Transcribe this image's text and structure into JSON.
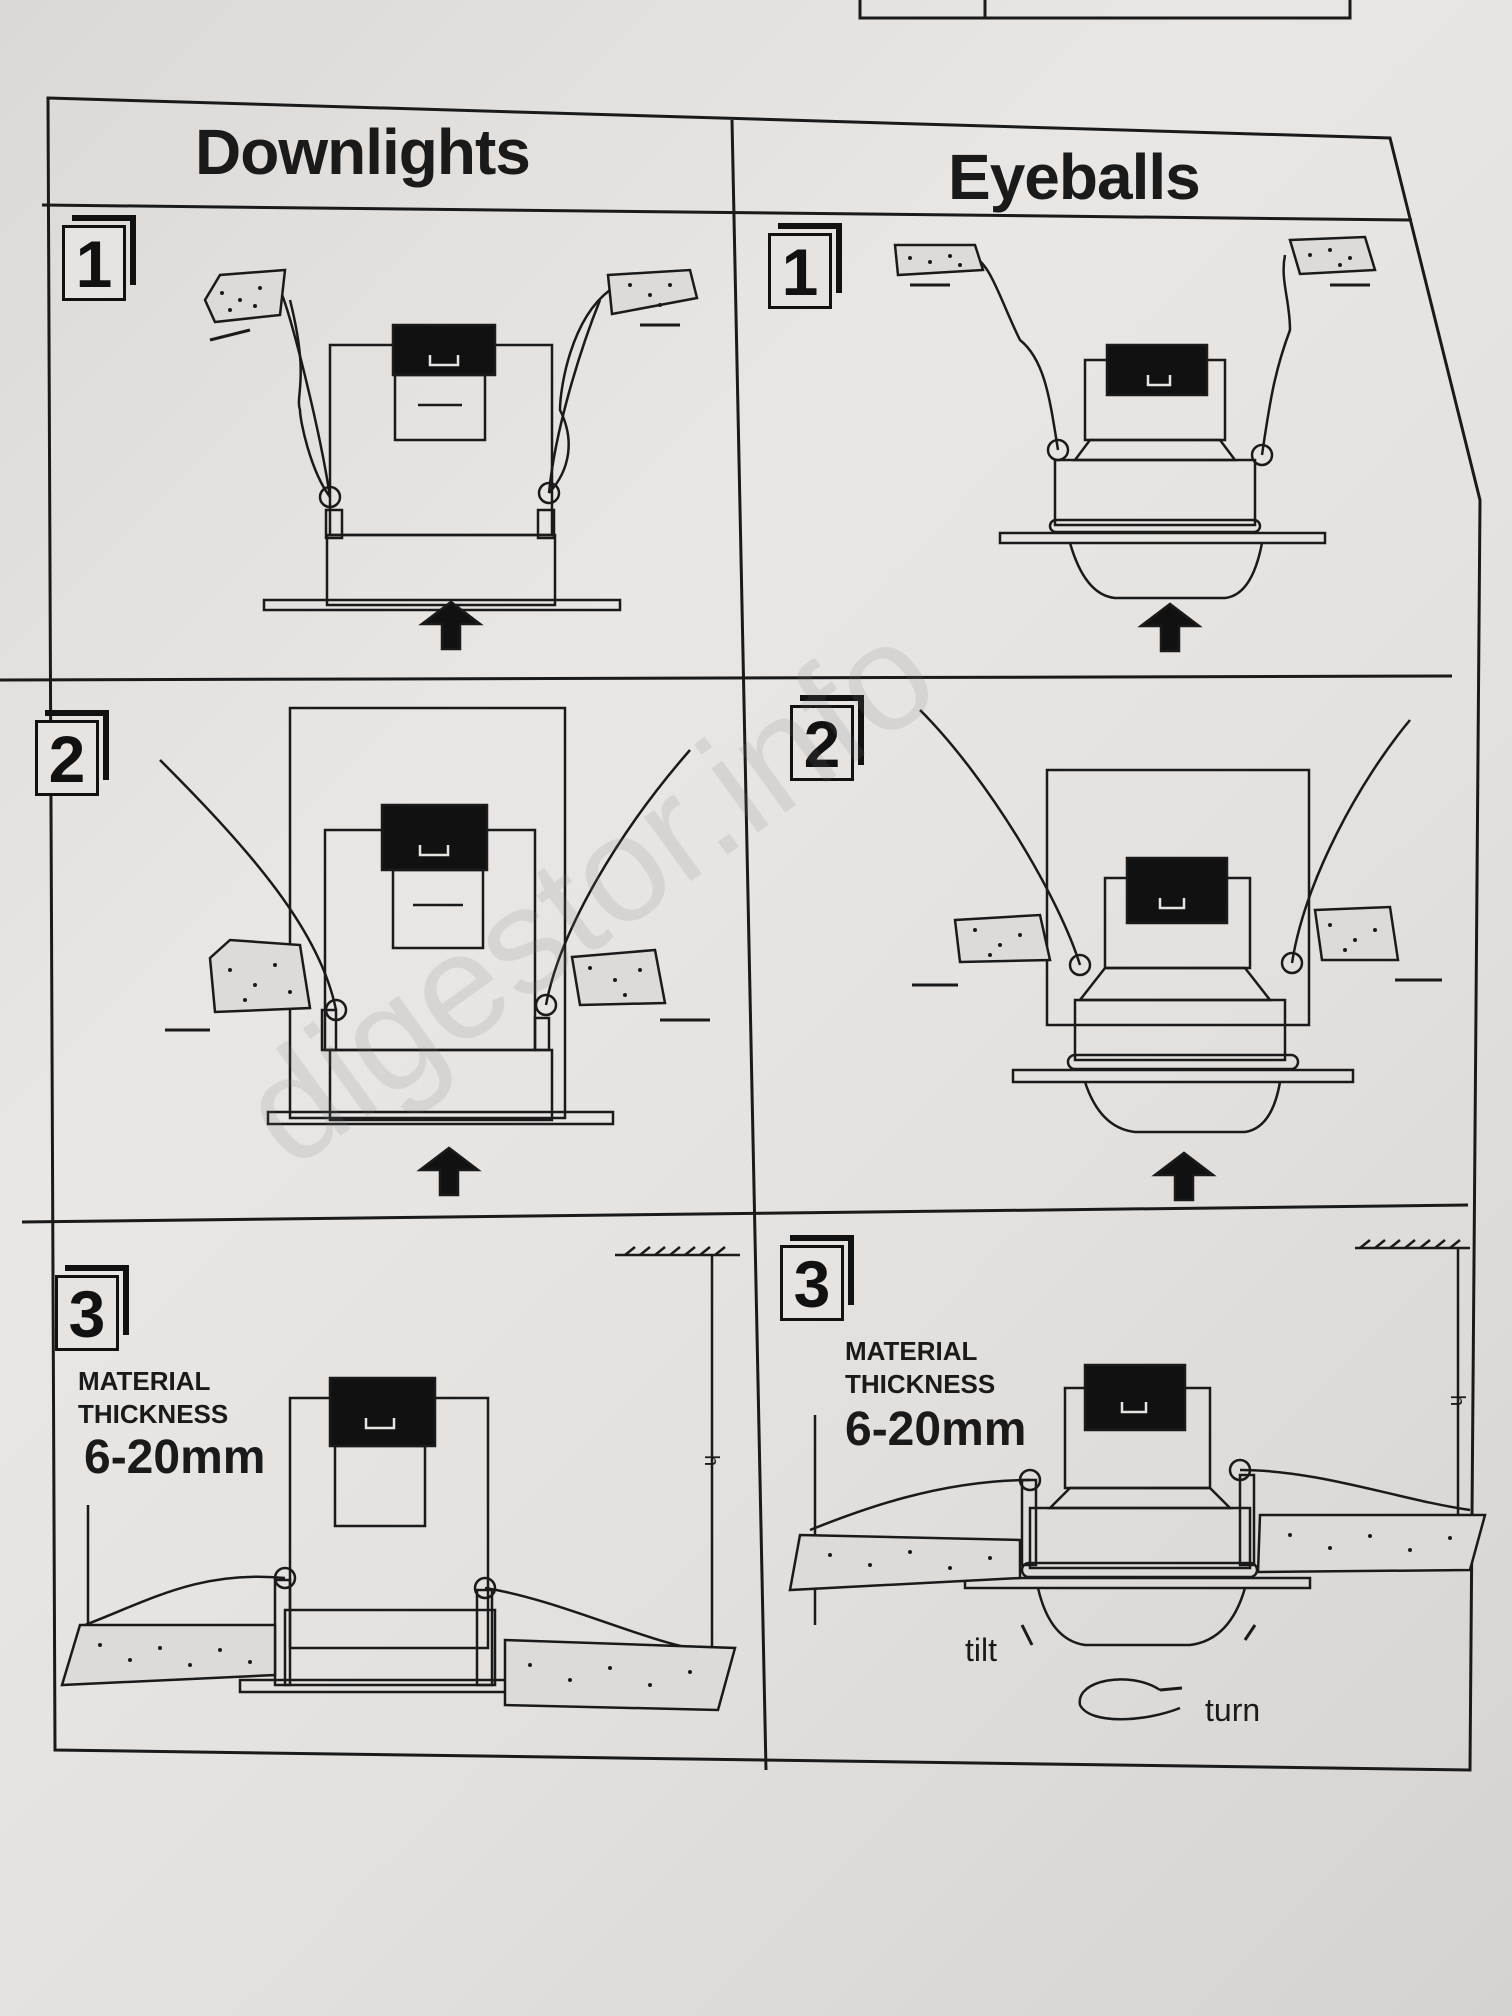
{
  "columns": {
    "left_title": "Downlights",
    "right_title": "Eyeballs"
  },
  "steps": {
    "d1": "1",
    "d2": "2",
    "d3": "3",
    "e1": "1",
    "e2": "2",
    "e3": "3"
  },
  "material": {
    "label_line1": "MATERIAL",
    "label_line2": "THICKNESS",
    "value": "6-20mm"
  },
  "height_marker": "h",
  "eyeball_labels": {
    "tilt": "tilt",
    "turn": "turn"
  },
  "watermark": "digestor.info",
  "colors": {
    "ink": "#1a1a1a",
    "paper": "#e6e3e1"
  }
}
